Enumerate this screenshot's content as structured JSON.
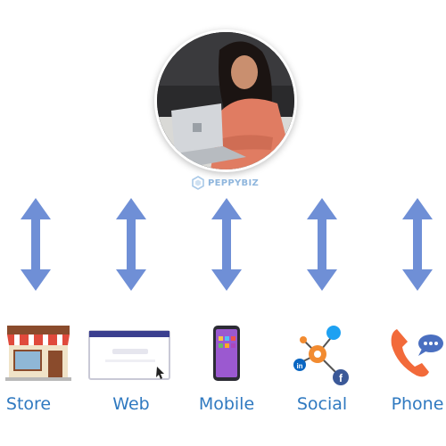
{
  "brand": {
    "name": "PEPPYBIZ"
  },
  "colors": {
    "arrow": "#6f8fd6",
    "label": "#2f79c0",
    "brand": "#8fb6dd"
  },
  "channels": [
    {
      "label": "Store",
      "icon": "store-icon"
    },
    {
      "label": "Web",
      "icon": "web-browser-icon"
    },
    {
      "label": "Mobile",
      "icon": "mobile-phone-icon"
    },
    {
      "label": "Social",
      "icon": "social-network-icon"
    },
    {
      "label": "Phone",
      "icon": "phone-chat-icon"
    }
  ]
}
